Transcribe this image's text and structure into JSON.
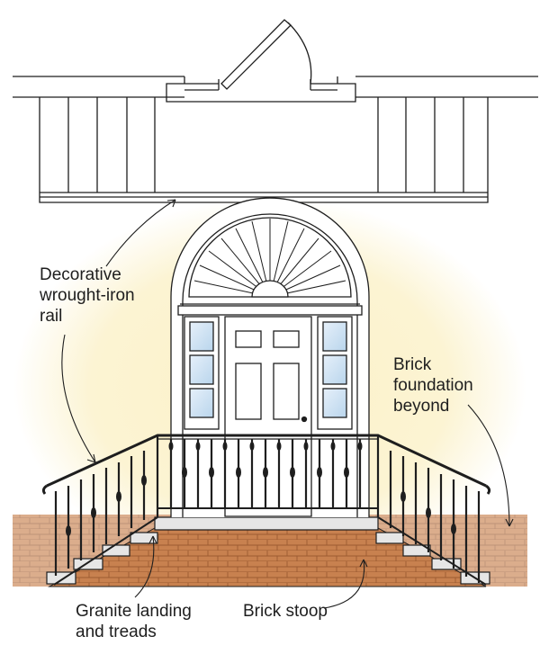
{
  "labels": {
    "rail": "Decorative\nwrought-iron\nrail",
    "brick_foundation": "Brick\nfoundation\nbeyond",
    "granite": "Granite landing\nand treads",
    "stoop": "Brick stoop"
  },
  "colors": {
    "line": "#1e1e1e",
    "glow": "#fbf1c8",
    "brick": "#c8814f",
    "brick_mortar": "#9c5a32",
    "glass": "#cfe3f3",
    "granite": "#e6e6e6"
  }
}
